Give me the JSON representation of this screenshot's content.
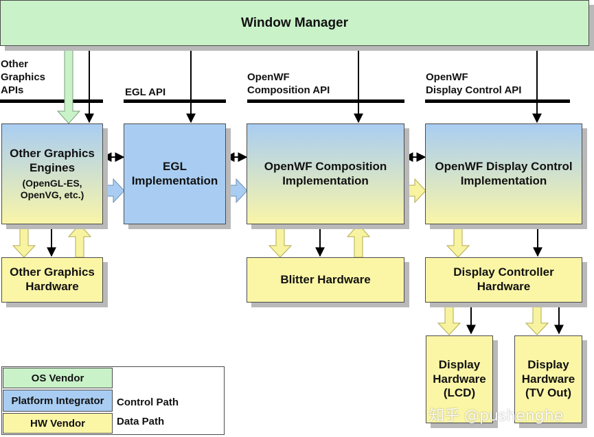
{
  "boxes": {
    "window_manager": "Window Manager",
    "other_engines": {
      "line1": "Other Graphics",
      "line2": "Engines",
      "line3": "(OpenGL-ES,",
      "line4": "OpenVG, etc.)"
    },
    "egl": {
      "line1": "EGL",
      "line2": "Implementation"
    },
    "composition": {
      "line1": "OpenWF Composition",
      "line2": "Implementation"
    },
    "display_control": {
      "line1": "OpenWF Display Control",
      "line2": "Implementation"
    },
    "other_hw": {
      "line1": "Other Graphics",
      "line2": "Hardware"
    },
    "blitter": "Blitter Hardware",
    "display_controller": {
      "line1": "Display Controller",
      "line2": "Hardware"
    },
    "display_lcd": {
      "line1": "Display",
      "line2": "Hardware",
      "line3": "(LCD)"
    },
    "display_tv": {
      "line1": "Display",
      "line2": "Hardware",
      "line3": "(TV Out)"
    }
  },
  "api_labels": {
    "other": {
      "line1": "Other",
      "line2": "Graphics",
      "line3": "APIs"
    },
    "egl": "EGL API",
    "composition": {
      "line1": "OpenWF",
      "line2": "Composition API"
    },
    "display_control": {
      "line1": "OpenWF",
      "line2": "Display Control API"
    }
  },
  "legend": {
    "os_vendor": "OS Vendor",
    "platform_integrator": "Platform Integrator",
    "hw_vendor": "HW Vendor",
    "control_path": "Control Path",
    "data_path": "Data Path"
  },
  "watermark": "知乎 @pushenghe",
  "colors": {
    "os_vendor": "#c9f2c9",
    "platform_integrator": "#a9cdf2",
    "hw_vendor": "#fbf6a6",
    "data_arrow_blue": "#a9cdf2",
    "data_arrow_yellow": "#f7f3a0",
    "data_arrow_green": "#c9f2c9"
  }
}
